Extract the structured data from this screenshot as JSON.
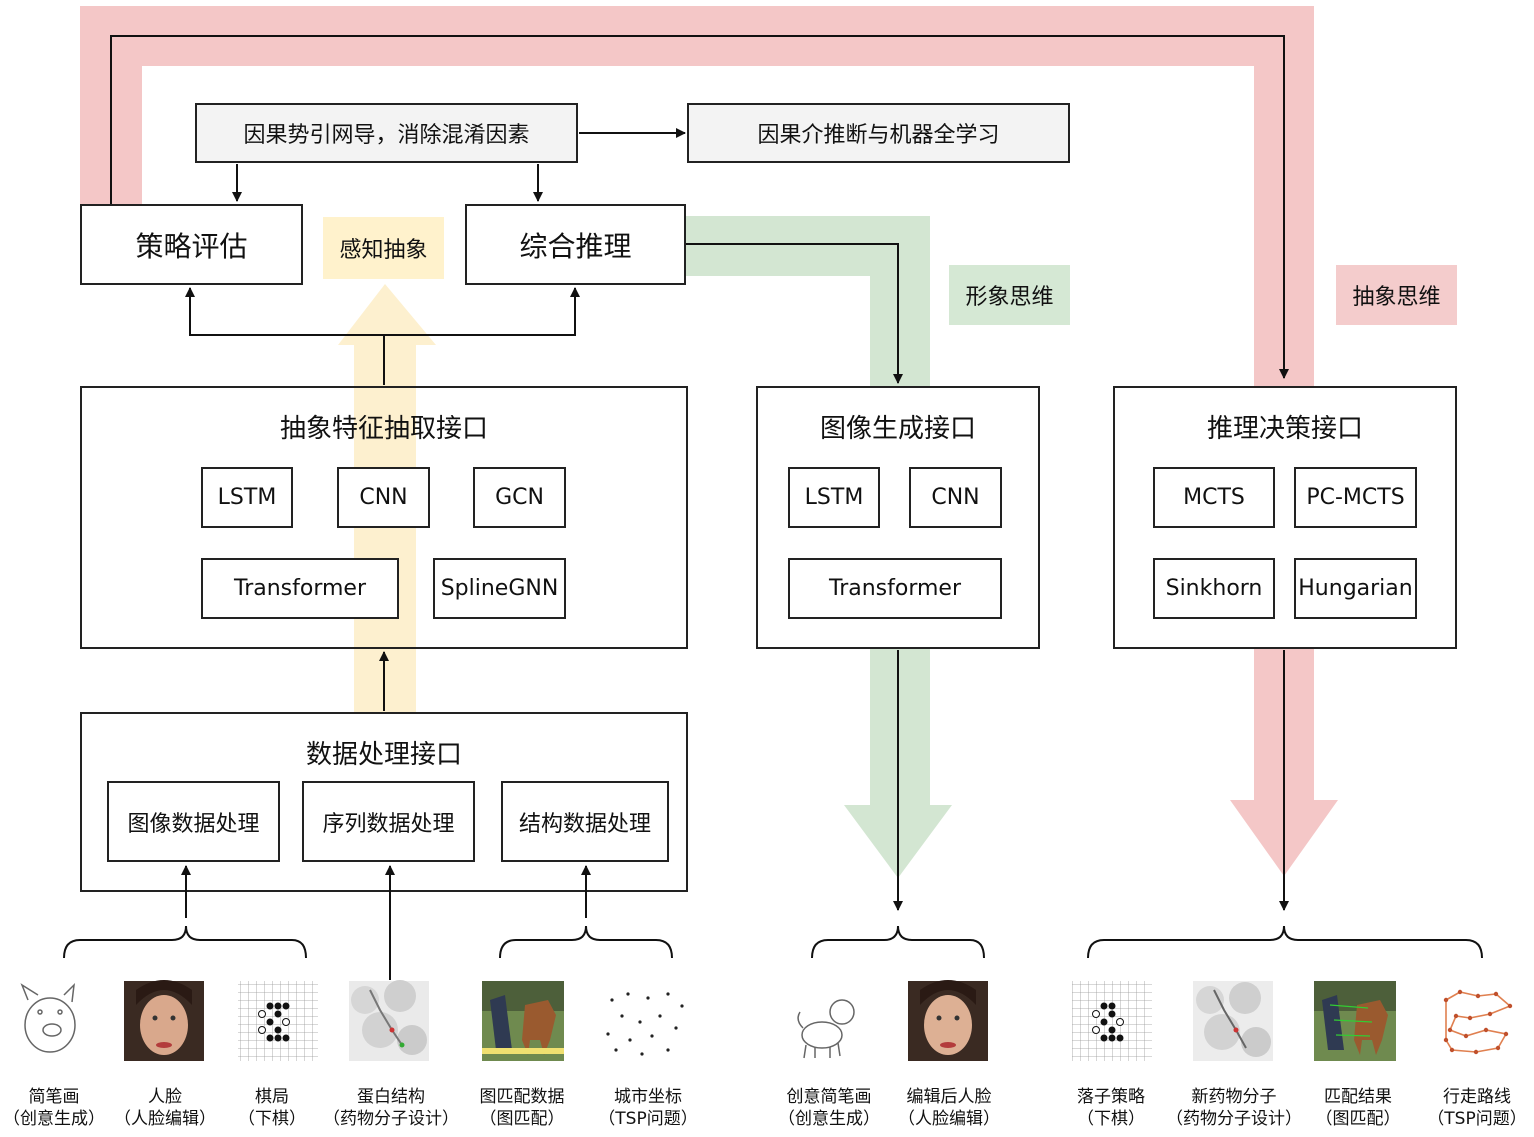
{
  "top": {
    "causal_box": "因果势引网导，消除混淆因素",
    "causal_learning": "因果介推断与机器全学习"
  },
  "nodes": {
    "policy_eval": "策略评估",
    "comprehensive_reasoning": "综合推理"
  },
  "tags": {
    "perception": "感知抽象",
    "imagery": "形象思维",
    "abstract": "抽象思维"
  },
  "colors": {
    "red_band": "#f4c7c7",
    "green_band": "#d3e6d2",
    "yellow_band": "#fdf0cf",
    "red_tag": "#f4cccc",
    "green_tag": "#d5e8d4",
    "yellow_tag": "#fff2cc"
  },
  "panels": {
    "feature": {
      "title": "抽象特征抽取接口",
      "items": [
        "LSTM",
        "CNN",
        "GCN",
        "Transformer",
        "SplineGNN"
      ]
    },
    "image_gen": {
      "title": "图像生成接口",
      "items": [
        "LSTM",
        "CNN",
        "Transformer"
      ]
    },
    "decision": {
      "title": "推理决策接口",
      "items": [
        "MCTS",
        "PC-MCTS",
        "Sinkhorn",
        "Hungarian"
      ]
    },
    "data": {
      "title": "数据处理接口",
      "items": [
        "图像数据处理",
        "序列数据处理",
        "结构数据处理"
      ]
    }
  },
  "inputs": [
    {
      "label": "简笔画",
      "sub": "（创意生成）",
      "icon": "sketch-pig-thumbnail"
    },
    {
      "label": "人脸",
      "sub": "（人脸编辑）",
      "icon": "face-photo-thumbnail"
    },
    {
      "label": "棋局",
      "sub": "（下棋）",
      "icon": "go-board-thumbnail"
    },
    {
      "label": "蛋白结构",
      "sub": "（药物分子设计）",
      "icon": "protein-structure-thumbnail"
    },
    {
      "label": "图匹配数据",
      "sub": "（图匹配）",
      "icon": "horse-photo-thumbnail"
    },
    {
      "label": "城市坐标",
      "sub": "（TSP问题）",
      "icon": "city-points-thumbnail"
    }
  ],
  "gen_outputs": [
    {
      "label": "创意简笔画",
      "sub": "（创意生成）",
      "icon": "sketch-dog-thumbnail"
    },
    {
      "label": "编辑后人脸",
      "sub": "（人脸编辑）",
      "icon": "edited-face-thumbnail"
    }
  ],
  "dec_outputs": [
    {
      "label": "落子策略",
      "sub": "（下棋）",
      "icon": "go-move-thumbnail"
    },
    {
      "label": "新药物分子",
      "sub": "（药物分子设计）",
      "icon": "molecule-thumbnail"
    },
    {
      "label": "匹配结果",
      "sub": "（图匹配）",
      "icon": "horse-match-thumbnail"
    },
    {
      "label": "行走路线",
      "sub": "（TSP问题）",
      "icon": "tsp-route-thumbnail"
    }
  ]
}
